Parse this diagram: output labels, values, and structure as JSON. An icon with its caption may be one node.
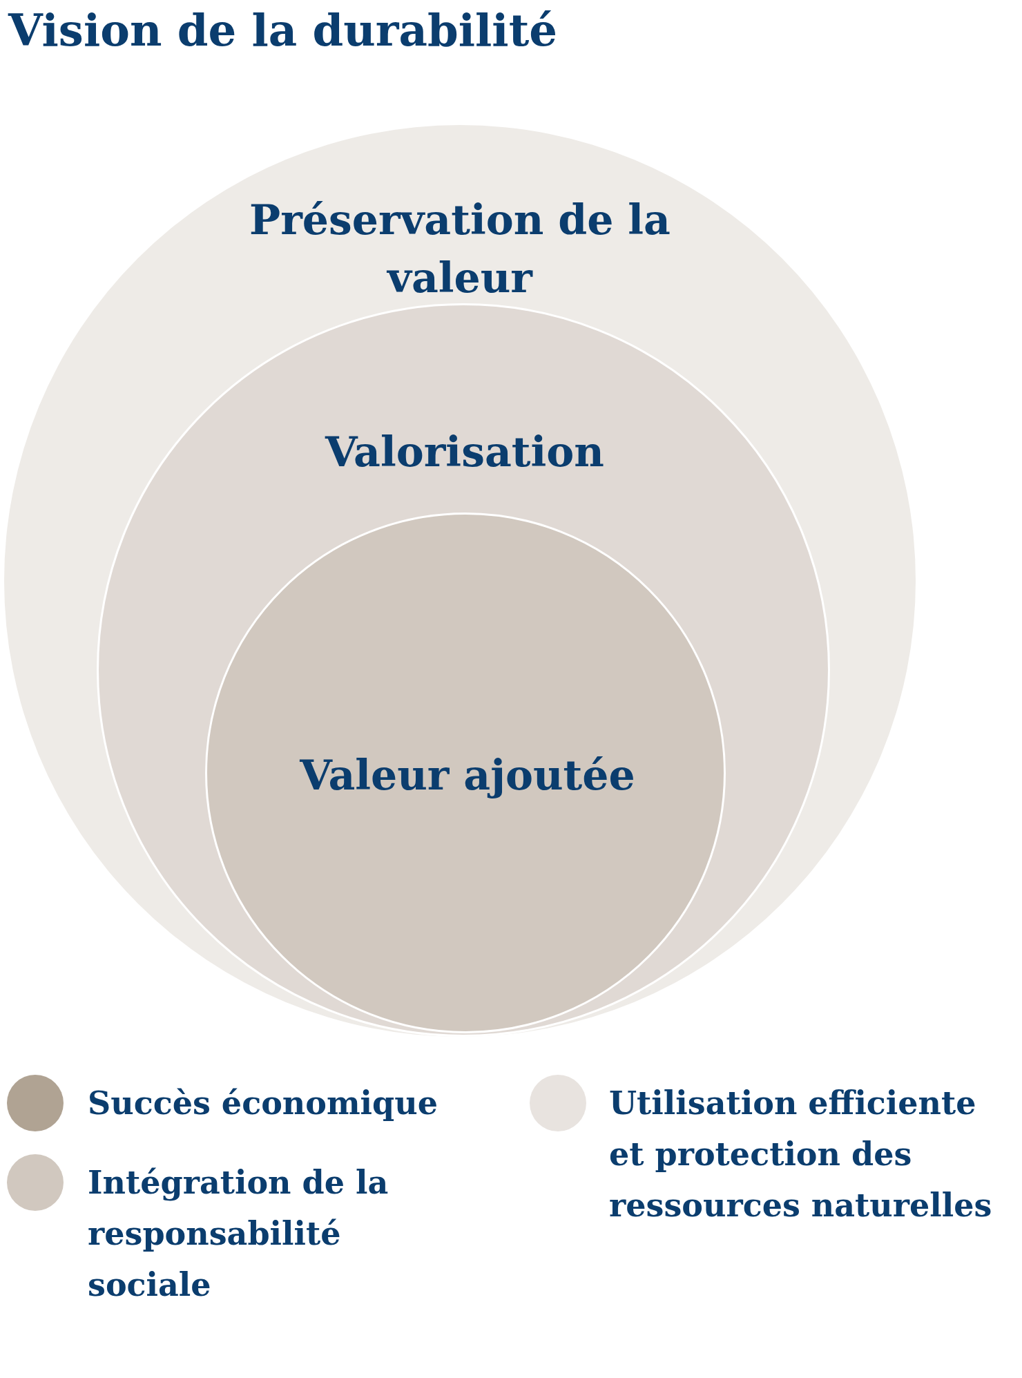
{
  "diagram": {
    "title": "Vision de la durabilité",
    "nodes": [
      {
        "text": [
          "Préservation de la valeur"
        ]
      },
      {
        "text": [
          "Valorisation"
        ],
        "in": 0
      },
      {
        "text": [
          "Valeur ajoutée"
        ],
        "in": 1
      }
    ],
    "legend": [
      {
        "text": "Succès économique",
        "color": "#b0a393"
      },
      {
        "text": "Intégration de la responsabilité sociale",
        "color": "#d1c8bf"
      },
      {
        "text": "Utilisation efficiente et protection des ressources naturelles",
        "color": "#e8e3df"
      }
    ]
  }
}
